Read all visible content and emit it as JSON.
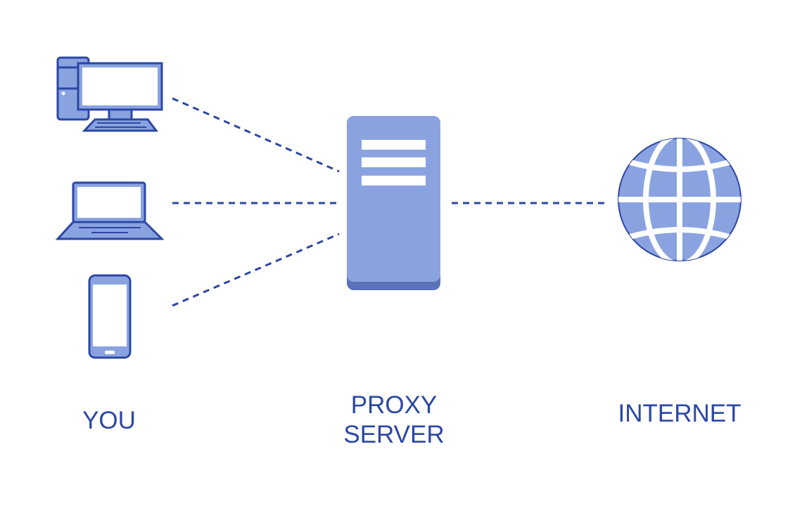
{
  "labels": {
    "you": "YOU",
    "proxy_line1": "PROXY",
    "proxy_line2": "SERVER",
    "internet": "INTERNET"
  },
  "colors": {
    "fill": "#8aa3e0",
    "stroke": "#2c47a3",
    "server_base": "#5a72b8",
    "background": "#ffffff"
  },
  "icons": [
    "desktop-computer-icon",
    "laptop-icon",
    "smartphone-icon",
    "server-icon",
    "globe-icon"
  ]
}
